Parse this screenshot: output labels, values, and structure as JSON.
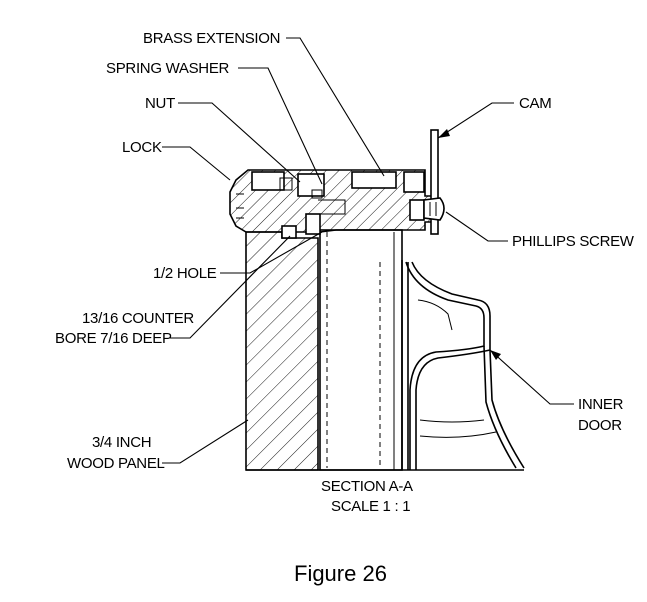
{
  "labels": {
    "brass_extension": "BRASS EXTENSION",
    "spring_washer": "SPRING WASHER",
    "nut": "NUT",
    "lock": "LOCK",
    "cam": "CAM",
    "phillips_screw": "PHILLIPS SCREW",
    "half_hole": "1/2 HOLE",
    "counter_bore_1": "13/16 COUNTER",
    "counter_bore_2": "BORE 7/16 DEEP",
    "wood_panel_1": "3/4 INCH",
    "wood_panel_2": "WOOD PANEL",
    "inner_door_1": "INNER",
    "inner_door_2": "DOOR",
    "section_1": "SECTION A-A",
    "section_2": "SCALE 1 : 1"
  },
  "caption": "Figure 26"
}
